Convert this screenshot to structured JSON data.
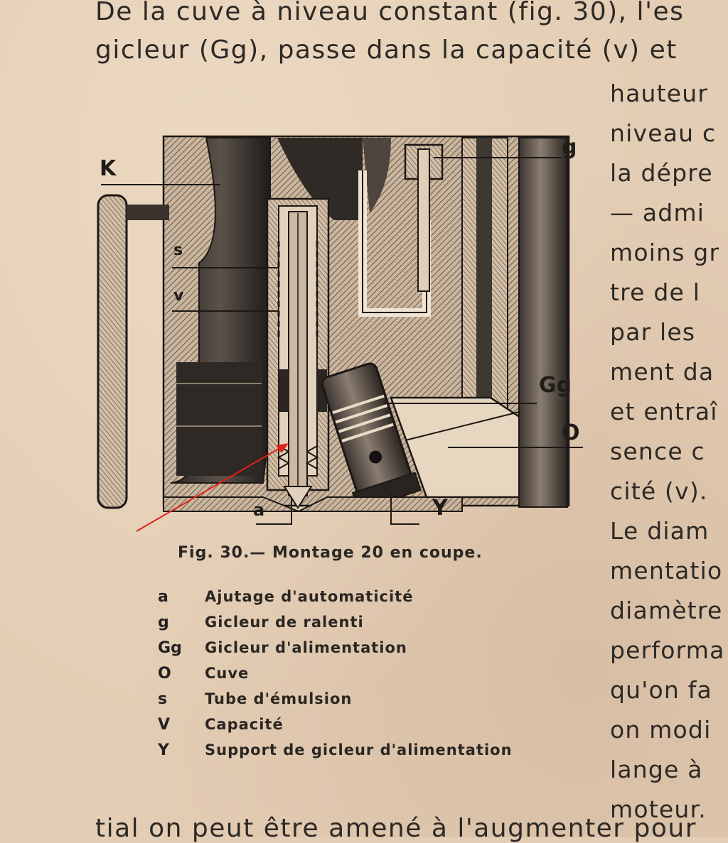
{
  "text_top": {
    "line1": "De la cuve à niveau constant (fig. 30), l'es",
    "line2": "gicleur (Gg), passe dans la capacité (v) et"
  },
  "text_right": [
    "hauteur",
    "niveau c",
    "la dépre",
    "— admi",
    "moins gr",
    "tre de l",
    "par les",
    "ment da",
    "et entraî",
    "sence c",
    "cité (v).",
    "Le diam",
    "mentatio",
    "diamètre",
    "performa",
    "qu'on fa",
    "on modi",
    "lange à",
    "moteur."
  ],
  "text_bottom": "tial on peut être amené à l'augmenter pour",
  "figure": {
    "labels": {
      "K": "K",
      "g": "g",
      "s": "s",
      "v": "v",
      "Gg": "Gg",
      "O": "O",
      "a": "a",
      "Y": "Y"
    },
    "caption": "Fig. 30.— Montage 20 en coupe."
  },
  "legend": [
    {
      "key": "a",
      "text": "Ajutage d'automaticité"
    },
    {
      "key": "g",
      "text": "Gicleur de ralenti"
    },
    {
      "key": "Gg",
      "text": "Gicleur d'alimentation"
    },
    {
      "key": "O",
      "text": "Cuve"
    },
    {
      "key": "s",
      "text": "Tube d'émulsion"
    },
    {
      "key": "V",
      "text": "Capacité"
    },
    {
      "key": "Y",
      "text": "Support de gicleur d'alimentation"
    }
  ],
  "colors": {
    "paper": "#e3cdb4",
    "ink": "#2a2622",
    "arrow": "#e0211b"
  }
}
